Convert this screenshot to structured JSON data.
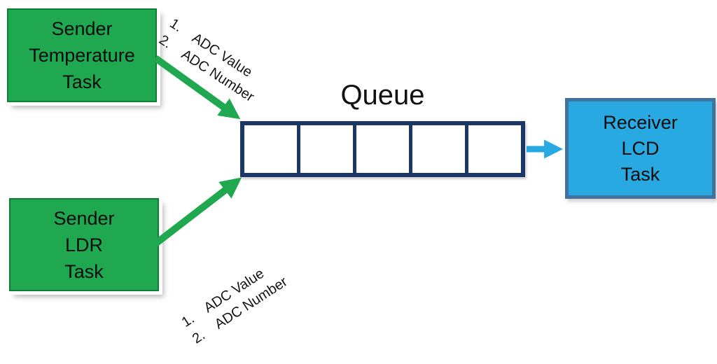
{
  "queue": {
    "label": "Queue",
    "cells": 5
  },
  "boxes": {
    "sender_temperature": {
      "lines": [
        "Sender",
        "Temperature",
        "Task"
      ]
    },
    "sender_ldr": {
      "lines": [
        "Sender",
        "LDR",
        "Task"
      ]
    },
    "receiver": {
      "lines": [
        "Receiver",
        "LCD",
        "Task"
      ]
    }
  },
  "annotations": {
    "top": {
      "items": [
        {
          "num": "1.",
          "text": "ADC Value"
        },
        {
          "num": "2.",
          "text": "ADC Number"
        }
      ]
    },
    "bottom": {
      "items": [
        {
          "num": "1.",
          "text": "ADC Value"
        },
        {
          "num": "2.",
          "text": "ADC Number"
        }
      ]
    }
  },
  "colors": {
    "sender_fill": "#1FA84F",
    "sender_border": "#0E7D36",
    "receiver_fill": "#29A9E1",
    "receiver_border": "#41719C",
    "queue_border": "#1B3768",
    "arrow_green": "#1FA84F",
    "arrow_blue": "#29A9E1"
  }
}
